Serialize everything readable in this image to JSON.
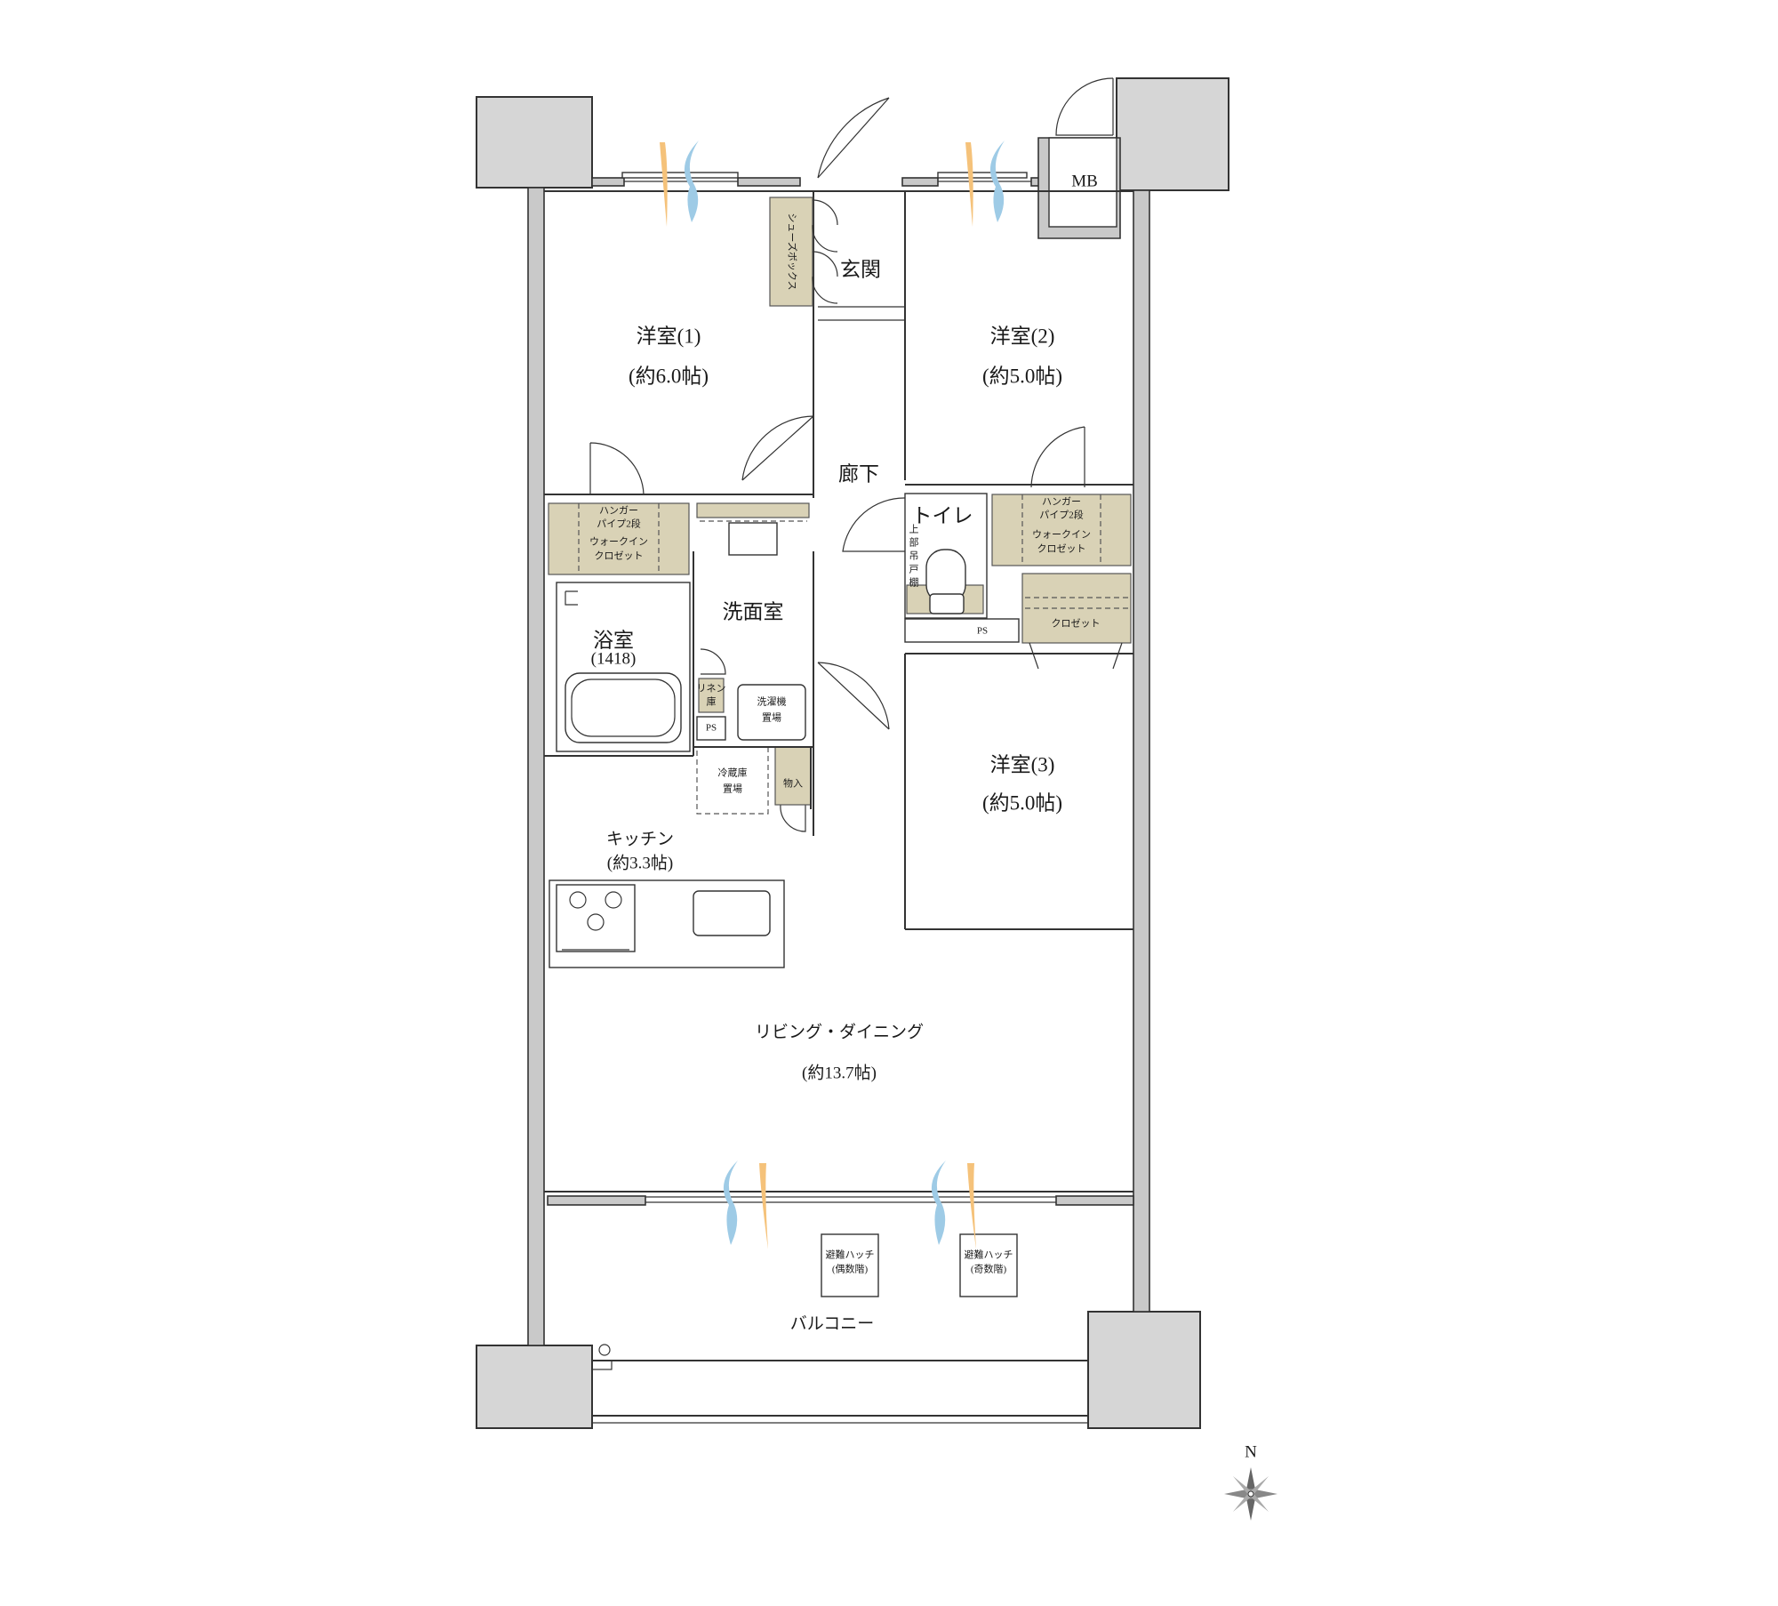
{
  "rooms": {
    "western_1": {
      "name": "洋室(1)",
      "size": "(約6.0帖)"
    },
    "western_2": {
      "name": "洋室(2)",
      "size": "(約5.0帖)"
    },
    "western_3": {
      "name": "洋室(3)",
      "size": "(約5.0帖)"
    },
    "entrance": "玄関",
    "hallway": "廊下",
    "toilet": "トイレ",
    "washroom": "洗面室",
    "bath": {
      "name": "浴室",
      "size": "(1418)"
    },
    "kitchen": {
      "name": "キッチン",
      "size": "(約3.3帖)"
    },
    "living": {
      "name": "リビング・ダイニング",
      "size": "(約13.7帖)"
    },
    "balcony": "バルコニー"
  },
  "storage": {
    "shoe_box": "シューズボックス",
    "mb": "MB",
    "wic1": {
      "line1": "ハンガー",
      "line2": "パイプ2段",
      "line3": "ウォークイン",
      "line4": "クロゼット"
    },
    "wic2": {
      "line1": "ハンガー",
      "line2": "パイプ2段",
      "line3": "ウォークイン",
      "line4": "クロゼット"
    },
    "closet": "クロゼット",
    "linen": {
      "line1": "リネン",
      "line2": "庫"
    },
    "washer": {
      "line1": "洗濯機",
      "line2": "置場"
    },
    "fridge": {
      "line1": "冷蔵庫",
      "line2": "置場"
    },
    "storage_small": "物入",
    "ps_bath": "PS",
    "ps_toilet": "PS",
    "upper_shelf": [
      "上",
      "部",
      "吊",
      "戸",
      "棚"
    ]
  },
  "hatches": {
    "even": {
      "line1": "避難ハッチ",
      "line2": "(偶数階)"
    },
    "odd": {
      "line1": "避難ハッチ",
      "line2": "(奇数階)"
    }
  },
  "compass": {
    "north": "N"
  },
  "colors": {
    "storage_fill": "#d9d2b6",
    "pillar_fill": "#d6d6d6",
    "airflow_orange": "#f5c27a",
    "airflow_blue": "#9ecbe6",
    "entry_marker": "#e0007a"
  }
}
